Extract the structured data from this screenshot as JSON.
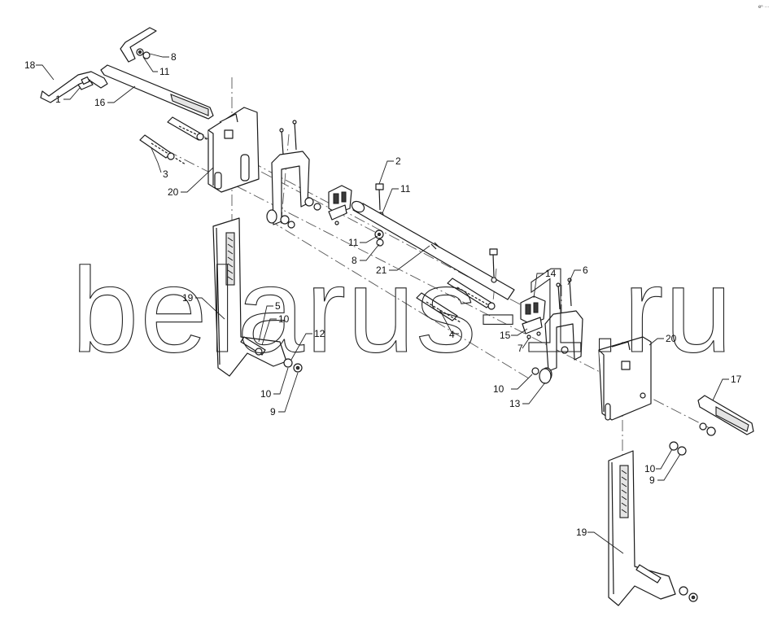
{
  "watermark": "belarus-1.ru",
  "corner_mark": "eⁿ ···",
  "callouts": [
    {
      "id": "c18a",
      "label": "18"
    },
    {
      "id": "c1",
      "label": "1"
    },
    {
      "id": "c16",
      "label": "16"
    },
    {
      "id": "c8a",
      "label": "8"
    },
    {
      "id": "c11a",
      "label": "11"
    },
    {
      "id": "c3",
      "label": "3"
    },
    {
      "id": "c20a",
      "label": "20"
    },
    {
      "id": "c2",
      "label": "2"
    },
    {
      "id": "c11b",
      "label": "11"
    },
    {
      "id": "c11c",
      "label": "11"
    },
    {
      "id": "c8b",
      "label": "8"
    },
    {
      "id": "c21",
      "label": "21"
    },
    {
      "id": "c14",
      "label": "14"
    },
    {
      "id": "c6",
      "label": "6"
    },
    {
      "id": "c19a",
      "label": "19"
    },
    {
      "id": "c5",
      "label": "5"
    },
    {
      "id": "c10a",
      "label": "10"
    },
    {
      "id": "c12",
      "label": "12"
    },
    {
      "id": "c4",
      "label": "4"
    },
    {
      "id": "c15",
      "label": "15"
    },
    {
      "id": "c7",
      "label": "7"
    },
    {
      "id": "c20b",
      "label": "20"
    },
    {
      "id": "c10b",
      "label": "10"
    },
    {
      "id": "c9a",
      "label": "9"
    },
    {
      "id": "c10c",
      "label": "10"
    },
    {
      "id": "c13",
      "label": "13"
    },
    {
      "id": "c17",
      "label": "17"
    },
    {
      "id": "c10d",
      "label": "10"
    },
    {
      "id": "c9b",
      "label": "9"
    },
    {
      "id": "c19b",
      "label": "19"
    }
  ]
}
